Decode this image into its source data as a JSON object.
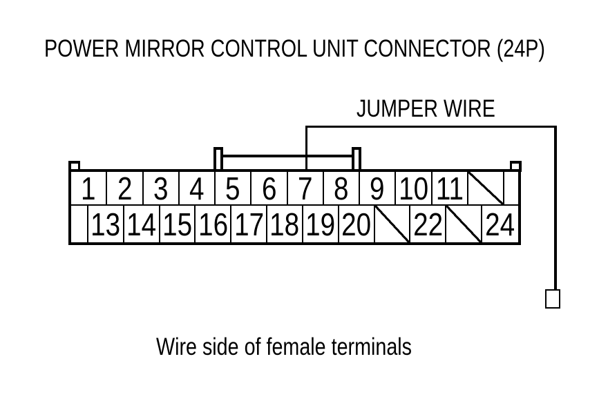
{
  "title": "POWER MIRROR CONTROL UNIT CONNECTOR (24P)",
  "jumper_label": "JUMPER WIRE",
  "caption": "Wire side of female terminals",
  "colors": {
    "ink": "#000000",
    "paper": "#ffffff"
  },
  "connector": {
    "description": "24P connector, wire side of female terminals, two rows of pin cavities",
    "rows": [
      {
        "name": "top",
        "cells": [
          {
            "label": "1"
          },
          {
            "label": "2"
          },
          {
            "label": "3"
          },
          {
            "label": "4"
          },
          {
            "label": "5"
          },
          {
            "label": "6"
          },
          {
            "label": "7"
          },
          {
            "label": "8"
          },
          {
            "label": "9"
          },
          {
            "label": "10"
          },
          {
            "label": "11"
          },
          {
            "slashed": true
          },
          {
            "filler": true
          }
        ]
      },
      {
        "name": "bottom",
        "cells": [
          {
            "filler": true
          },
          {
            "label": "13"
          },
          {
            "label": "14"
          },
          {
            "label": "15"
          },
          {
            "label": "16"
          },
          {
            "label": "17"
          },
          {
            "label": "18"
          },
          {
            "label": "19"
          },
          {
            "label": "20"
          },
          {
            "slashed": true
          },
          {
            "label": "22"
          },
          {
            "slashed": true
          },
          {
            "label": "24"
          }
        ]
      }
    ],
    "jumper_target_pin": "7"
  }
}
